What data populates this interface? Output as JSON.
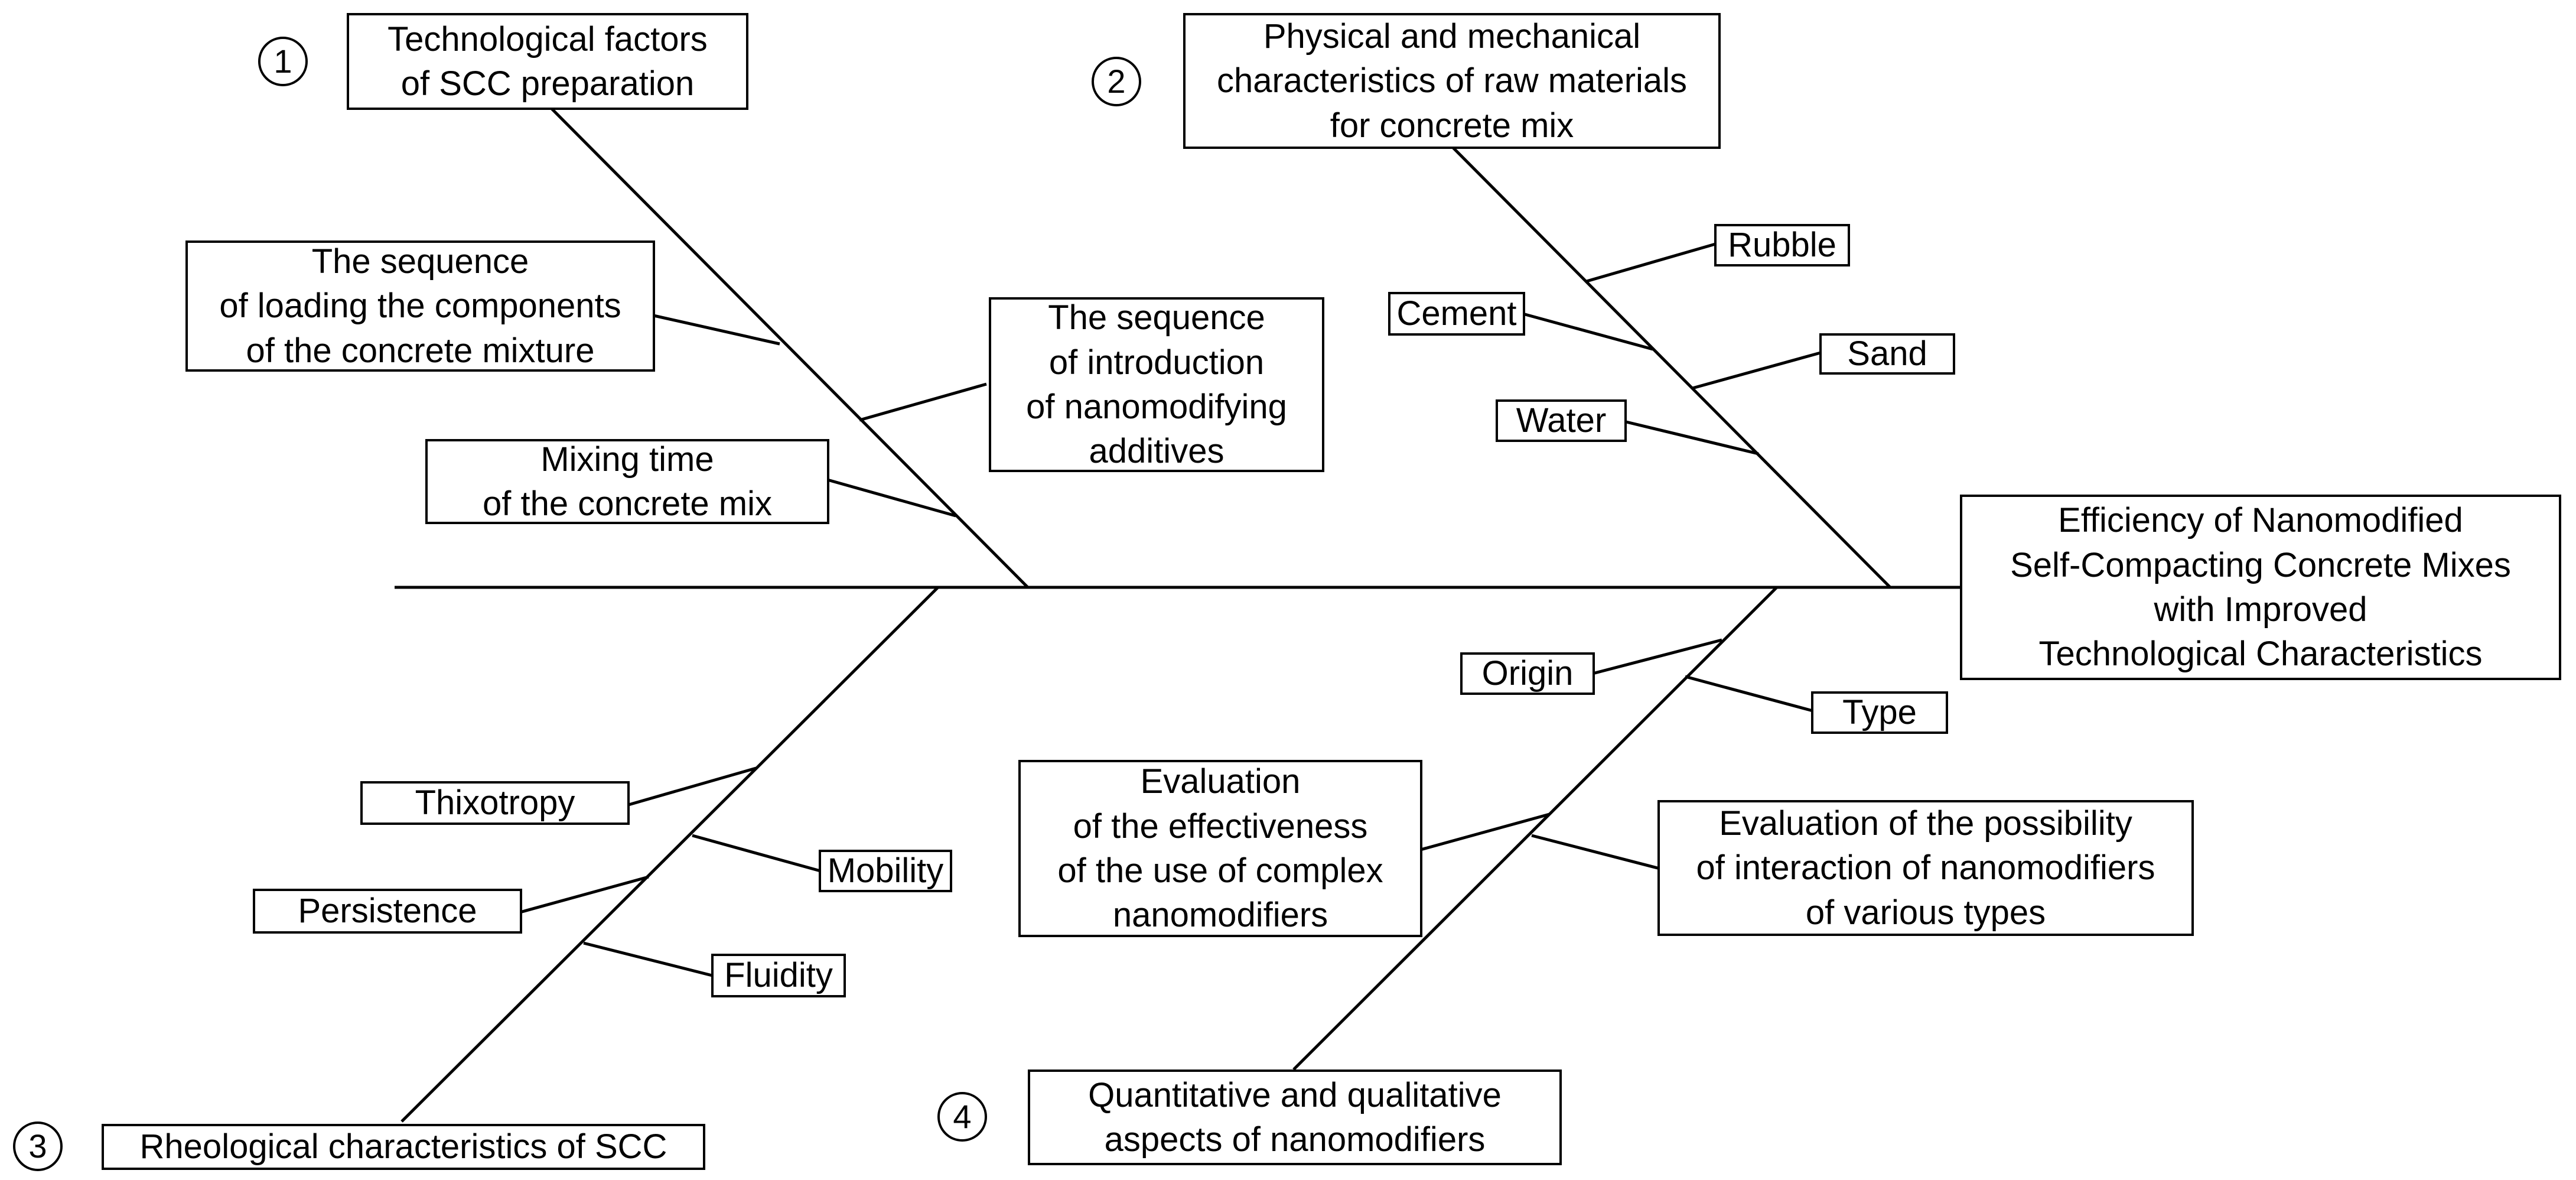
{
  "effect": {
    "lines": [
      "Efficiency of Nanomodified",
      "Self-Compacting Concrete Mixes",
      "with Improved",
      "Technological Characteristics"
    ]
  },
  "categories": [
    {
      "number": "1",
      "title": [
        "Technological factors",
        "of SCC preparation"
      ],
      "causes": [
        {
          "lines": [
            "The sequence",
            "of loading the components",
            "of the concrete mixture"
          ]
        },
        {
          "lines": [
            "The sequence",
            "of introduction",
            "of nanomodifying",
            "additives"
          ]
        },
        {
          "lines": [
            "Mixing time",
            "of the concrete mix"
          ]
        }
      ]
    },
    {
      "number": "2",
      "title": [
        "Physical and mechanical",
        "characteristics of raw materials",
        "for concrete mix"
      ],
      "causes": [
        {
          "lines": [
            "Rubble"
          ]
        },
        {
          "lines": [
            "Cement"
          ]
        },
        {
          "lines": [
            "Sand"
          ]
        },
        {
          "lines": [
            "Water"
          ]
        }
      ]
    },
    {
      "number": "3",
      "title": [
        "Rheological characteristics of SCC"
      ],
      "causes": [
        {
          "lines": [
            "Thixotropy"
          ]
        },
        {
          "lines": [
            "Mobility"
          ]
        },
        {
          "lines": [
            "Persistence"
          ]
        },
        {
          "lines": [
            "Fluidity"
          ]
        }
      ]
    },
    {
      "number": "4",
      "title": [
        "Quantitative and qualitative",
        "aspects of nanomodifiers"
      ],
      "causes": [
        {
          "lines": [
            "Origin"
          ]
        },
        {
          "lines": [
            "Type"
          ]
        },
        {
          "lines": [
            "Evaluation",
            "of the effectiveness",
            "of the use of complex",
            "nanomodifiers"
          ]
        },
        {
          "lines": [
            "Evaluation of the possibility",
            "of interaction of nanomodifiers",
            "of various types"
          ]
        }
      ]
    }
  ]
}
